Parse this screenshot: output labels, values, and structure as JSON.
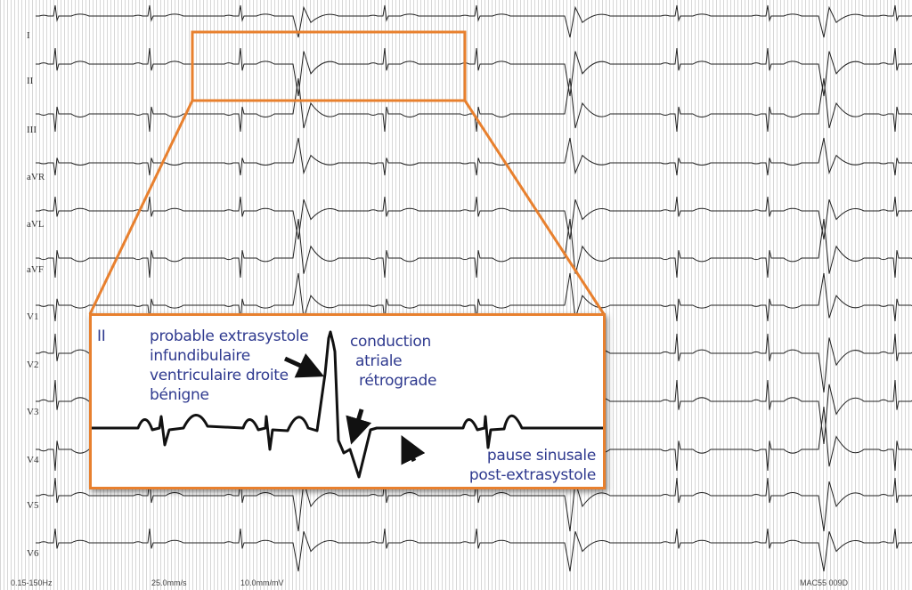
{
  "leads": [
    "I",
    "II",
    "III",
    "aVR",
    "aVL",
    "aVF",
    "V1",
    "V2",
    "V3",
    "V4",
    "V5",
    "V6"
  ],
  "footer": {
    "filter": "0.15-150Hz",
    "speed": "25.0mm/s",
    "gain": "10.0mm/mV",
    "device": "MAC55 009D"
  },
  "inset": {
    "lead": "II",
    "annotation_pvc": [
      "probable extrasystole",
      "infundibulaire",
      "ventriculaire droite",
      "bénigne"
    ],
    "annotation_retro": [
      "conduction",
      "atriale",
      "rétrograde"
    ],
    "annotation_pause": [
      "pause sinusale",
      "post-extrasystole"
    ]
  },
  "colors": {
    "highlight": "#e8802e",
    "annotation": "#2f3a8f",
    "trace": "#111111"
  }
}
